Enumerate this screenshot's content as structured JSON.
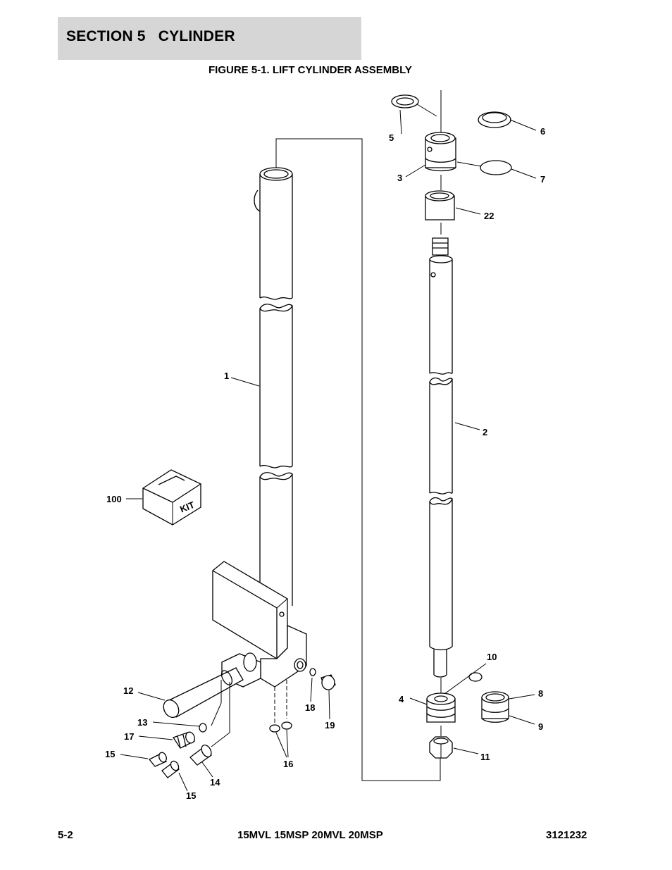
{
  "header": {
    "section_title": "SECTION 5   CYLINDER"
  },
  "figure": {
    "title": "FIGURE 5-1. LIFT CYLINDER ASSEMBLY",
    "kit_text": "KIT",
    "callouts": {
      "c1": "1",
      "c2": "2",
      "c3": "3",
      "c4": "4",
      "c5": "5",
      "c6": "6",
      "c7": "7",
      "c8": "8",
      "c9": "9",
      "c10": "10",
      "c11": "11",
      "c12": "12",
      "c13": "13",
      "c14": "14",
      "c15a": "15",
      "c15b": "15",
      "c16": "16",
      "c17": "17",
      "c18": "18",
      "c19": "19",
      "c22": "22",
      "c100": "100"
    }
  },
  "footer": {
    "page_number": "5-2",
    "models": "15MVL 15MSP 20MVL 20MSP",
    "document_number": "3121232"
  }
}
